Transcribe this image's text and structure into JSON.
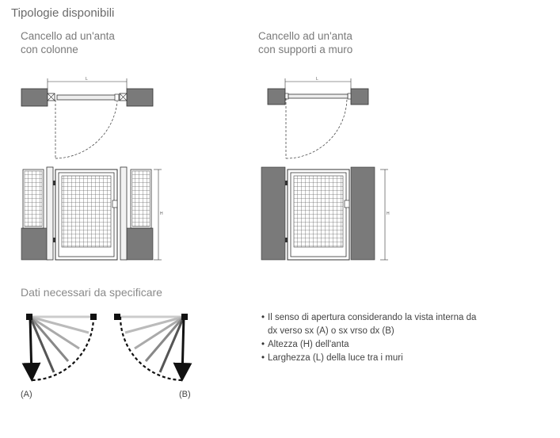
{
  "header": {
    "title": "Tipologie disponibili"
  },
  "types": [
    {
      "line1": "Cancello ad un'anta",
      "line2": "con colonne"
    },
    {
      "line1": "Cancello ad un'anta",
      "line2": "con supporti a muro"
    }
  ],
  "dim_labels": {
    "length": "L",
    "height": "H"
  },
  "specs": {
    "title": "Dati necessari da specificare",
    "notes": [
      "Il senso di apertura considerando la vista interna da",
      "dx verso sx (A) o sx vrso dx (B)",
      "Altezza (H) dell'anta",
      "Larghezza (L) della luce tra i muri"
    ],
    "label_a": "(A)",
    "label_b": "(B)"
  },
  "colors": {
    "wall": "#7a7a7a",
    "line": "#333333",
    "light_line": "#b0b0b0"
  }
}
